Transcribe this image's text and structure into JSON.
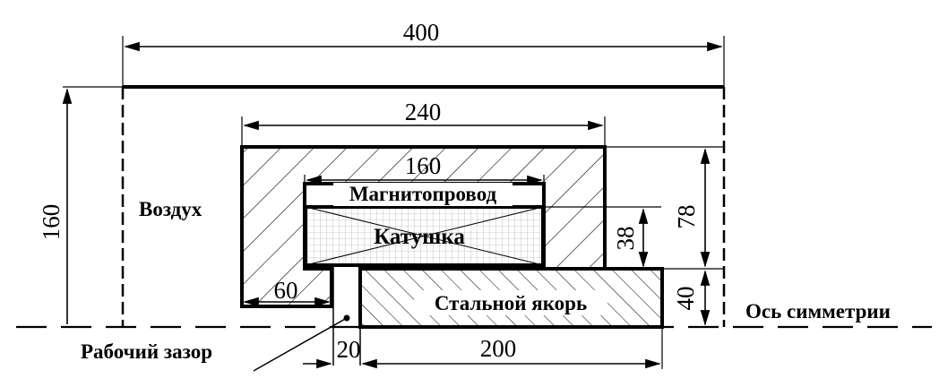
{
  "regions": {
    "air": "Воздух",
    "magnetic_core": "Магнитопровод",
    "coil": "Катушка",
    "armature": "Стальной якорь",
    "working_gap": "Рабочий зазор",
    "symmetry_axis": "Ось симметрии"
  },
  "dimensions": {
    "total_width": "400",
    "total_height": "160",
    "core_width": "240",
    "coil_width": "160",
    "gap_offset": "60",
    "gap_width": "20",
    "armature_width": "200",
    "core_height": "78",
    "coil_height": "38",
    "armature_height": "40"
  }
}
